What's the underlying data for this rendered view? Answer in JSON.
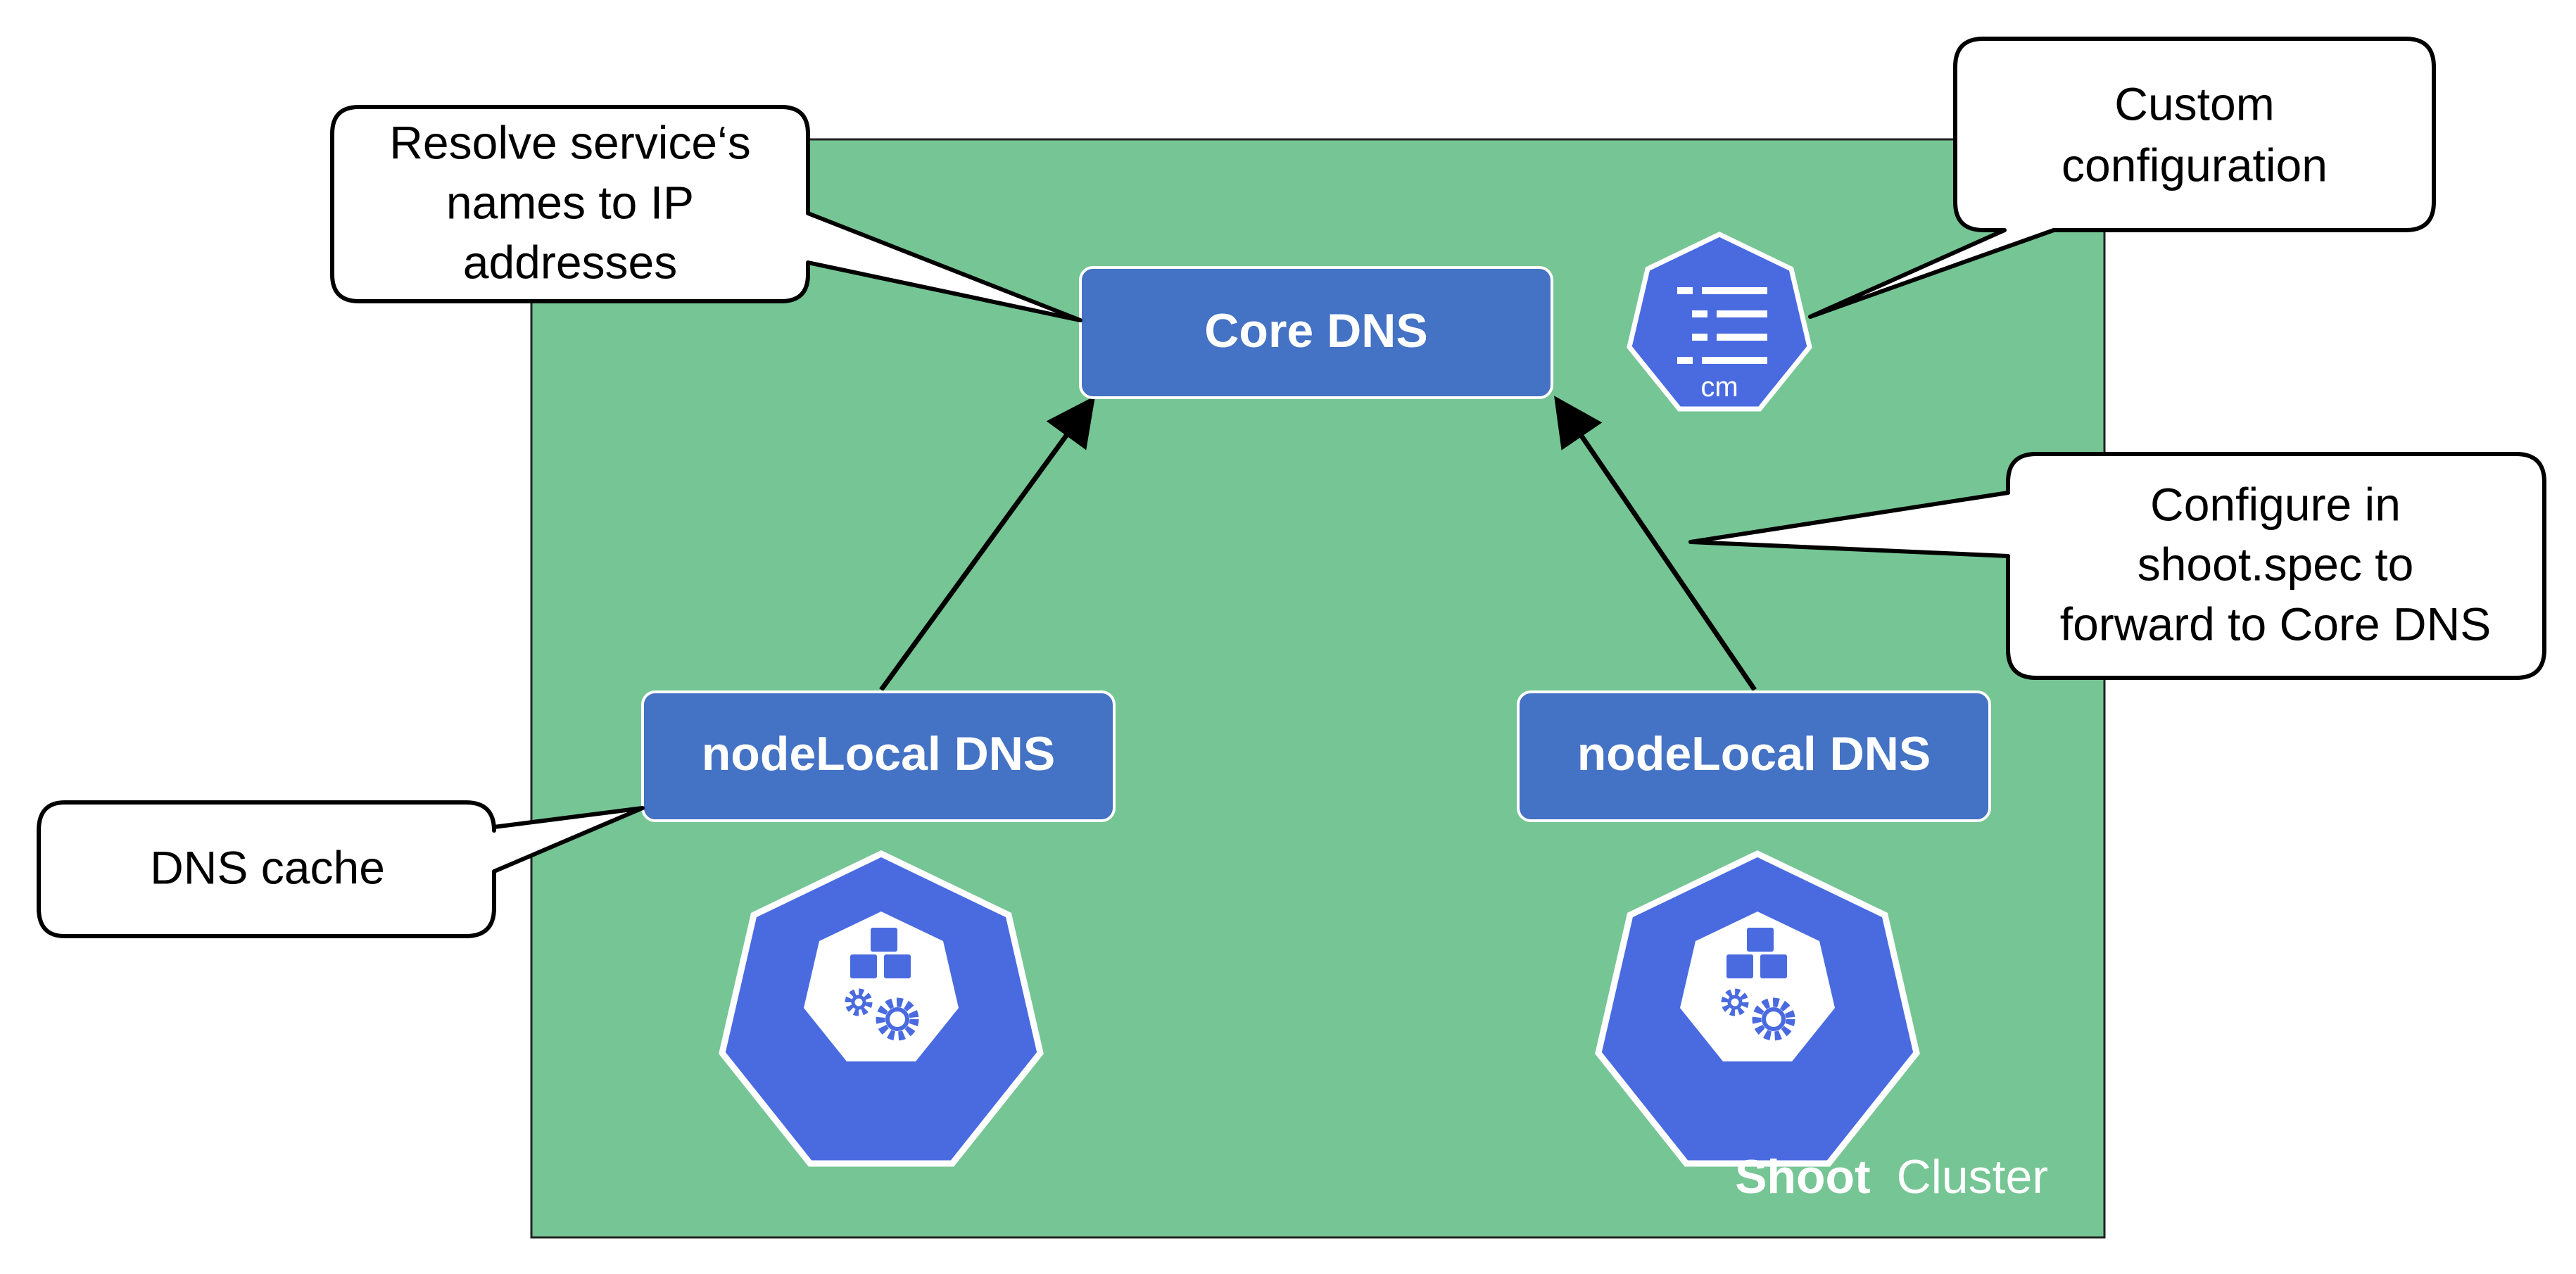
{
  "colors": {
    "cluster_fill": "#76C595",
    "box_fill": "#4472C4",
    "k8s_blue": "#4A6BE0",
    "callout_fill": "#FFFFFF",
    "callout_stroke": "#000000",
    "text_white": "#FFFFFF"
  },
  "cluster": {
    "label_bold": "Shoot",
    "label_regular": "Cluster"
  },
  "boxes": {
    "core_dns": "Core DNS",
    "node_local_left": "nodeLocal DNS",
    "node_local_right": "nodeLocal DNS"
  },
  "callouts": {
    "resolve": [
      "Resolve service‘s",
      "names to IP",
      "addresses"
    ],
    "custom": [
      "Custom",
      "configuration"
    ],
    "configure": [
      "Configure in",
      "shoot.spec to",
      "forward to Core DNS"
    ],
    "dns_cache": [
      "DNS cache"
    ]
  },
  "icons": {
    "configmap": "configmap-icon",
    "configmap_label": "cm",
    "deployment": "deployment-icon"
  }
}
